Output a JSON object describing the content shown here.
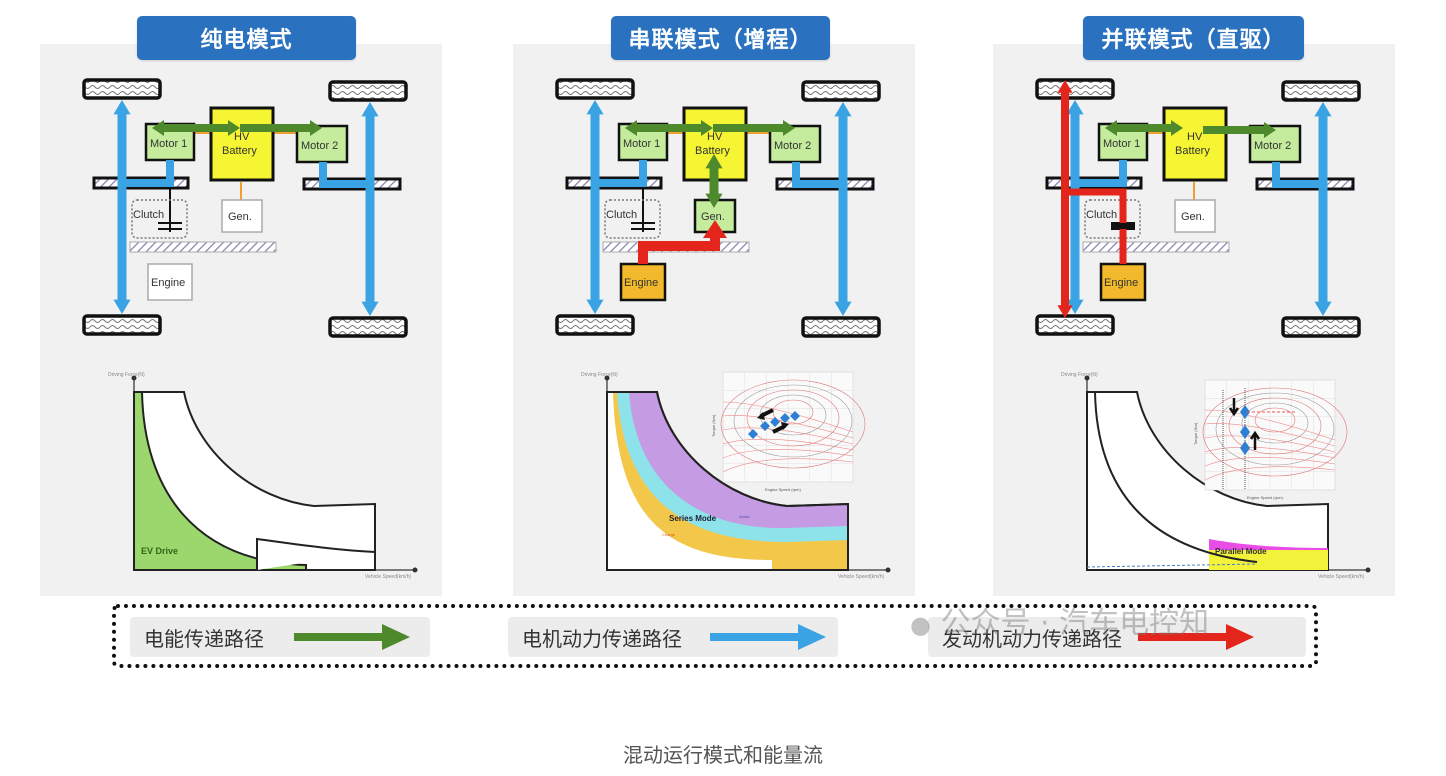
{
  "panels": [
    {
      "title": "纯电模式",
      "components": {
        "motor1": "Motor 1",
        "motor2": "Motor 2",
        "battery_line1": "HV",
        "battery_line2": "Battery",
        "clutch": "Clutch",
        "gen": "Gen.",
        "engine": "Engine"
      },
      "chart": {
        "ylabel": "Driving Force(N)",
        "xlabel": "Vehicle Speed(km/h)",
        "region_label": "EV Drive"
      }
    },
    {
      "title": "串联模式（增程）",
      "components": {
        "motor1": "Motor 1",
        "motor2": "Motor 2",
        "battery_line1": "HV",
        "battery_line2": "Battery",
        "clutch": "Clutch",
        "gen": "Gen.",
        "engine": "Engine"
      },
      "chart": {
        "ylabel": "Driving Force(N)",
        "xlabel": "Vehicle Speed(km/h)",
        "region_label": "Series Mode",
        "assist_label": "Assist",
        "charge_label": "Charge",
        "inset_xlabel": "Engine Speed (rpm)",
        "inset_ylabel": "Torque (Nm)"
      }
    },
    {
      "title": "并联模式（直驱）",
      "components": {
        "motor1": "Motor 1",
        "motor2": "Motor 2",
        "battery_line1": "HV",
        "battery_line2": "Battery",
        "clutch": "Clutch",
        "gen": "Gen.",
        "engine": "Engine"
      },
      "chart": {
        "ylabel": "Driving Force(N)",
        "xlabel": "Vehicle Speed(km/h)",
        "region_label": "Parallel Mode",
        "inset_xlabel": "Engine Speed (rpm)",
        "inset_ylabel": "Torque (Nm)"
      }
    }
  ],
  "legend": [
    {
      "label": "电能传递路径",
      "color": "#4e8a2c",
      "icon": "arrow-right-icon"
    },
    {
      "label": "电机动力传递路径",
      "color": "#3aa3e3",
      "icon": "arrow-right-icon"
    },
    {
      "label": "发动机动力传递路径",
      "color": "#e3251b",
      "icon": "arrow-right-icon"
    }
  ],
  "watermark": "公众号 · 汽车电控知",
  "caption": "混动运行模式和能量流",
  "colors": {
    "title_bg": "#2a72c0",
    "electric": "#4e8a2c",
    "motor": "#3aa3e3",
    "engine": "#e3251b",
    "battery": "#f5f533",
    "motor_box": "#c4ec9c",
    "engine_box": "#f2b92c"
  }
}
